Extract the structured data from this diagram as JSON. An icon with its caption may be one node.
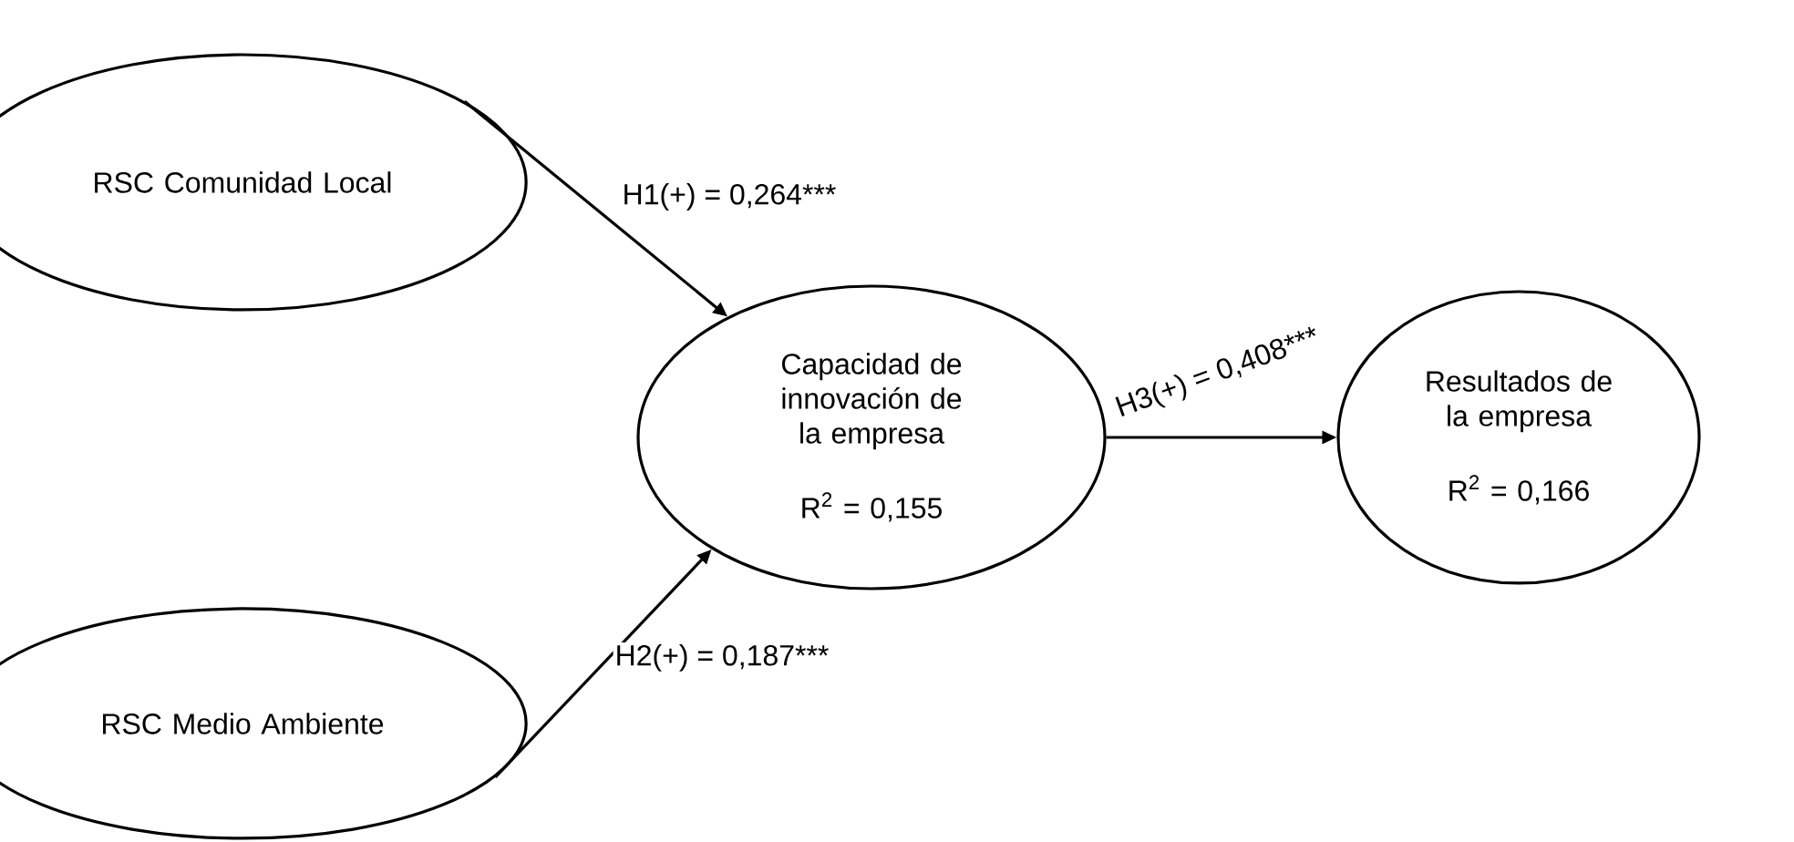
{
  "diagram": {
    "nodes": [
      {
        "text": [
          "RSC Comunidad Local"
        ]
      },
      {
        "text": [
          "RSC Medio Ambiente"
        ]
      },
      {
        "text": [
          "Capacidad de innovación de la empresa",
          "R$^{2}$ = 0,155"
        ]
      },
      {
        "text": [
          "Resultados de la empresa",
          "R$^{2}$ = 0,166"
        ]
      }
    ],
    "edges": [
      {
        "from": 0,
        "to": 2,
        "arrow": "to",
        "label": "H1(+) = 0,264***"
      },
      {
        "from": 1,
        "to": 2,
        "arrow": "to",
        "label": "H2(+) = 0,187***"
      },
      {
        "from": 2,
        "to": 3,
        "arrow": "to",
        "label": "H3(+) = 0,408***"
      }
    ]
  }
}
